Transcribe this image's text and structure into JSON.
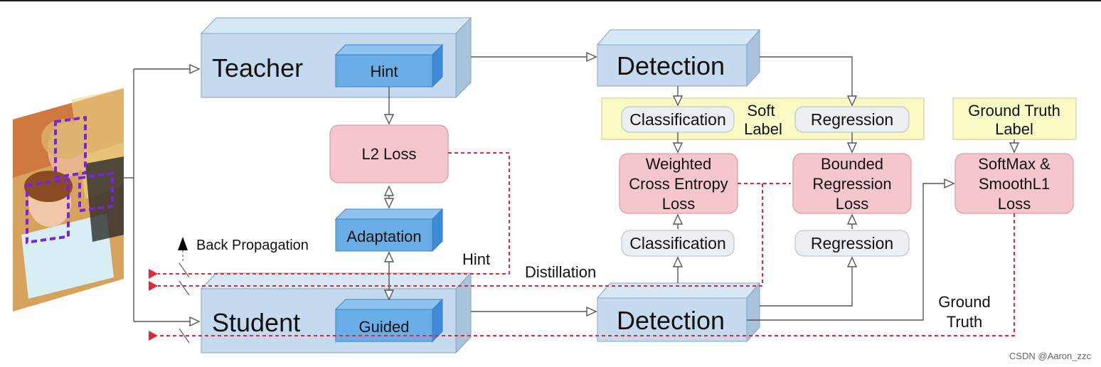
{
  "nodes": {
    "teacher": "Teacher",
    "teacher_hint": "Hint",
    "student": "Student",
    "student_guided": "Guided",
    "l2_loss": "L2 Loss",
    "adaptation": "Adaptation",
    "detection_top": "Detection",
    "detection_bottom": "Detection",
    "classification_top": "Classification",
    "regression_top": "Regression",
    "soft_label": [
      "Soft",
      "Label"
    ],
    "ground_truth_label": [
      "Ground Truth",
      "Label"
    ],
    "weighted_ce_loss": [
      "Weighted",
      "Cross Entropy",
      "Loss"
    ],
    "bounded_reg_loss": [
      "Bounded",
      "Regression",
      "Loss"
    ],
    "softmax_loss": [
      "SoftMax &",
      "SmoothL1",
      "Loss"
    ],
    "classification_bottom": "Classification",
    "regression_bottom": "Regression"
  },
  "annotations": {
    "back_propagation": "Back Propagation",
    "hint": "Hint",
    "distillation": "Distillation",
    "ground_truth": [
      "Ground",
      "Truth"
    ]
  },
  "watermark": "CSDN @Aaron_zzc",
  "colors": {
    "box_light_blue": "#c5daee",
    "box_blue": "#6aaee8",
    "loss_pink": "#f5c6cc",
    "label_yellow": "#fafac4",
    "pill_gray": "#eceff2",
    "dashed_red": "#e02a3a"
  }
}
